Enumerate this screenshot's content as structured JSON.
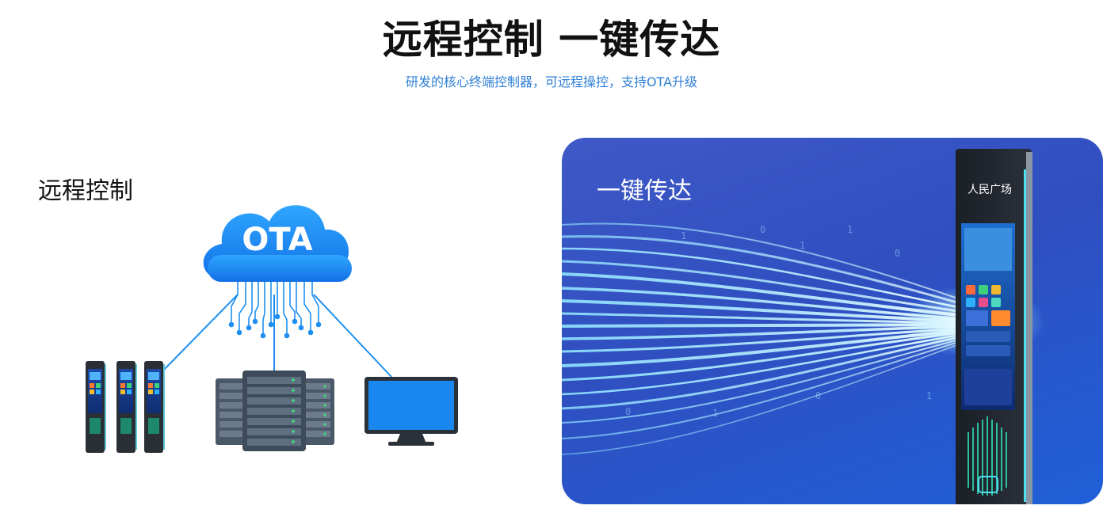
{
  "header": {
    "title": "远程控制 一键传达",
    "subtitle": "研发的核心终端控制器，可远程操控，支持OTA升级"
  },
  "left_panel": {
    "title": "远程控制",
    "cloud_label": "OTA",
    "colors": {
      "cloud": "#1e90ff",
      "line": "#1e8ff0",
      "server": "#4a5868",
      "monitor_screen": "#1a86f0"
    },
    "icons": [
      "cloud-icon",
      "kiosk-icon",
      "server-rack-icon",
      "monitor-icon"
    ]
  },
  "right_panel": {
    "title": "一键传达",
    "kiosk_header": "人民广场",
    "colors": {
      "background": "#2f4fc0",
      "streams": "#8fe3ff"
    },
    "icons": [
      "light-streams-graphic",
      "kiosk-device-icon"
    ]
  }
}
